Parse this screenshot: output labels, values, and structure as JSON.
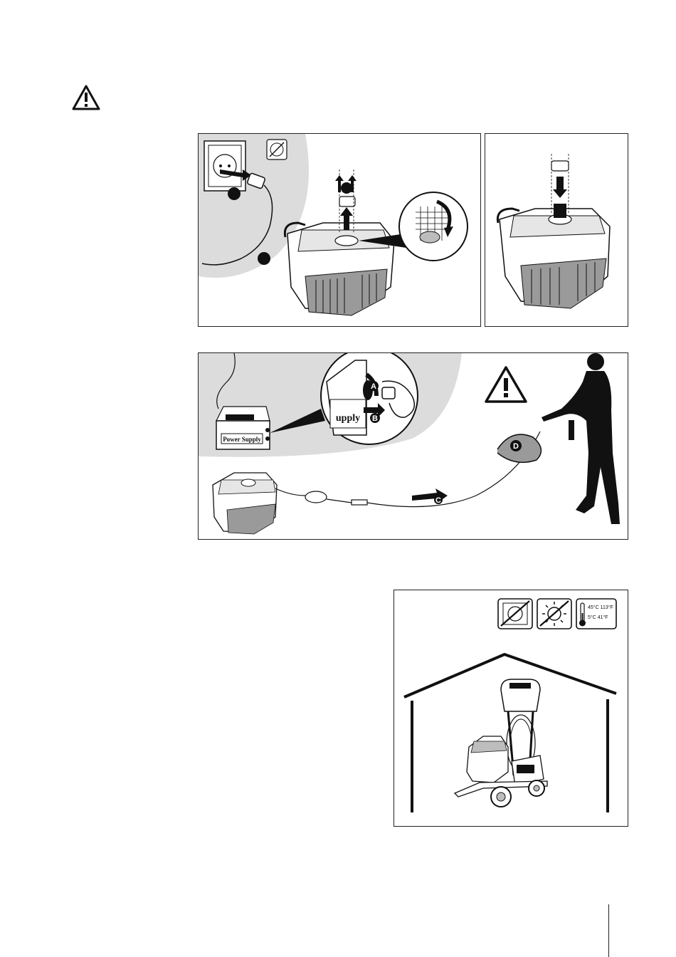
{
  "illustration_labels": {
    "step_a": "A",
    "step_b": "B",
    "step_c": "C",
    "step_d": "D"
  },
  "brand_text": {
    "power_supply": "Power Supply",
    "supply_fragment": "upply"
  },
  "temperature_icon": {
    "max": "45°C 113°F",
    "min": "5°C   41°F"
  },
  "icons": {
    "top_warning": "warning-triangle-icon",
    "panel_warning": "warning-triangle-icon",
    "no_water": "no-water-icon",
    "no_sun": "no-sun-icon",
    "temperature": "thermometer-icon"
  },
  "colors": {
    "line": "#111111",
    "shade": "#dcdcdc",
    "robot_shade": "#bdbdbd",
    "silhouette": "#111111"
  }
}
